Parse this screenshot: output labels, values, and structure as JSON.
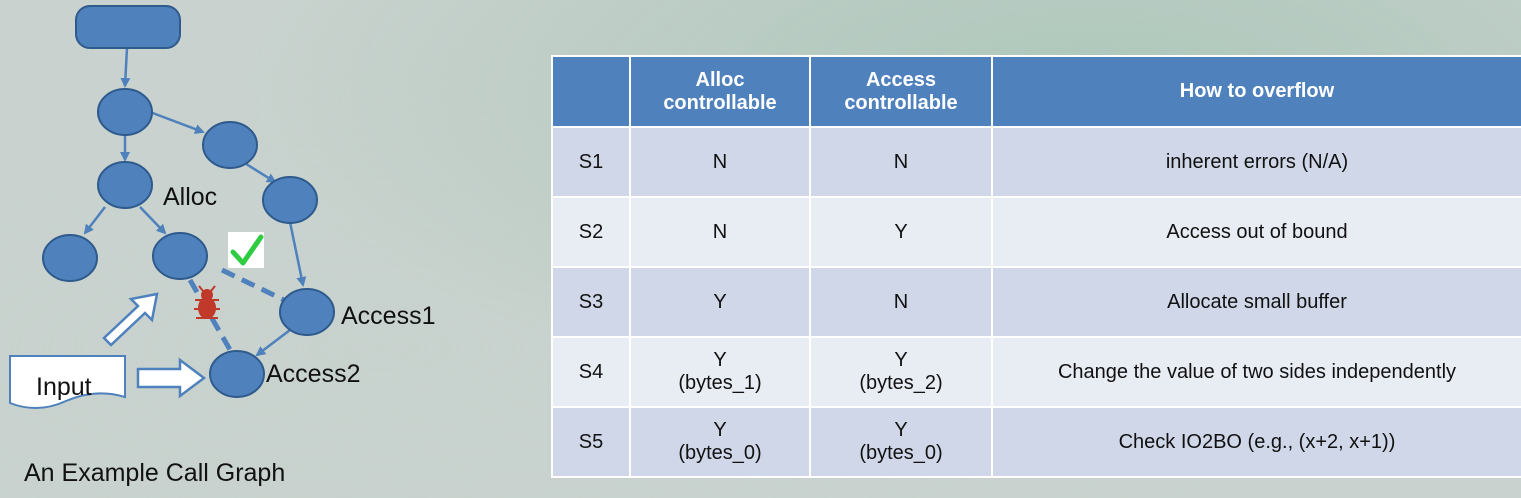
{
  "diagram": {
    "labels": {
      "alloc": "Alloc",
      "access1": "Access1",
      "access2": "Access2",
      "input": "Input"
    },
    "caption": "An Example Call Graph",
    "colors": {
      "node_fill": "#4f81bd",
      "node_stroke": "#2e5a8c",
      "edge": "#4f81bd",
      "check": "#2ecc40",
      "bug": "#c0392b"
    }
  },
  "table": {
    "headers": [
      {
        "line1": "",
        "line2": ""
      },
      {
        "line1": "Alloc",
        "line2": "controllable"
      },
      {
        "line1": "Access",
        "line2": "controllable"
      },
      {
        "line1": "How to overflow",
        "line2": ""
      }
    ],
    "rows": [
      {
        "id": "S1",
        "alloc": "N",
        "alloc_sub": "",
        "access": "N",
        "access_sub": "",
        "how": "inherent errors (N/A)"
      },
      {
        "id": "S2",
        "alloc": "N",
        "alloc_sub": "",
        "access": "Y",
        "access_sub": "",
        "how": "Access out of bound"
      },
      {
        "id": "S3",
        "alloc": "Y",
        "alloc_sub": "",
        "access": "N",
        "access_sub": "",
        "how": "Allocate small buffer"
      },
      {
        "id": "S4",
        "alloc": "Y",
        "alloc_sub": "(bytes_1)",
        "access": "Y",
        "access_sub": "(bytes_2)",
        "how": "Change the value of two sides independently"
      },
      {
        "id": "S5",
        "alloc": "Y",
        "alloc_sub": "(bytes_0)",
        "access": "Y",
        "access_sub": "(bytes_0)",
        "how": "Check IO2BO  (e.g., (x+2, x+1))"
      }
    ]
  }
}
